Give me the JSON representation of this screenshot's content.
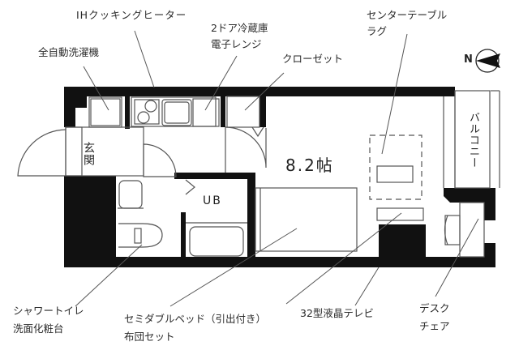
{
  "plan": {
    "room_size": "8.2帖",
    "entrance": "玄関",
    "unit_bath": "UB",
    "balcony": "バルコニー",
    "compass": {
      "letter": "N"
    }
  },
  "labels": {
    "ih_cooker": "IHクッキングヒーター",
    "washer": "全自動洗濯機",
    "fridge_line1": "2ドア冷蔵庫",
    "fridge_line2": "電子レンジ",
    "closet": "クローゼット",
    "table_line1": "センターテーブル",
    "table_line2": "ラグ",
    "toilet_line1": "シャワートイレ",
    "toilet_line2": "洗面化粧台",
    "bed_line1": "セミダブルベッド（引出付き）",
    "bed_line2": "布団セット",
    "tv": "32型液晶テレビ",
    "desk_line1": "デスク",
    "desk_line2": "チェア"
  },
  "colors": {
    "wall": "#111111",
    "line": "#555555",
    "background": "#ffffff"
  }
}
